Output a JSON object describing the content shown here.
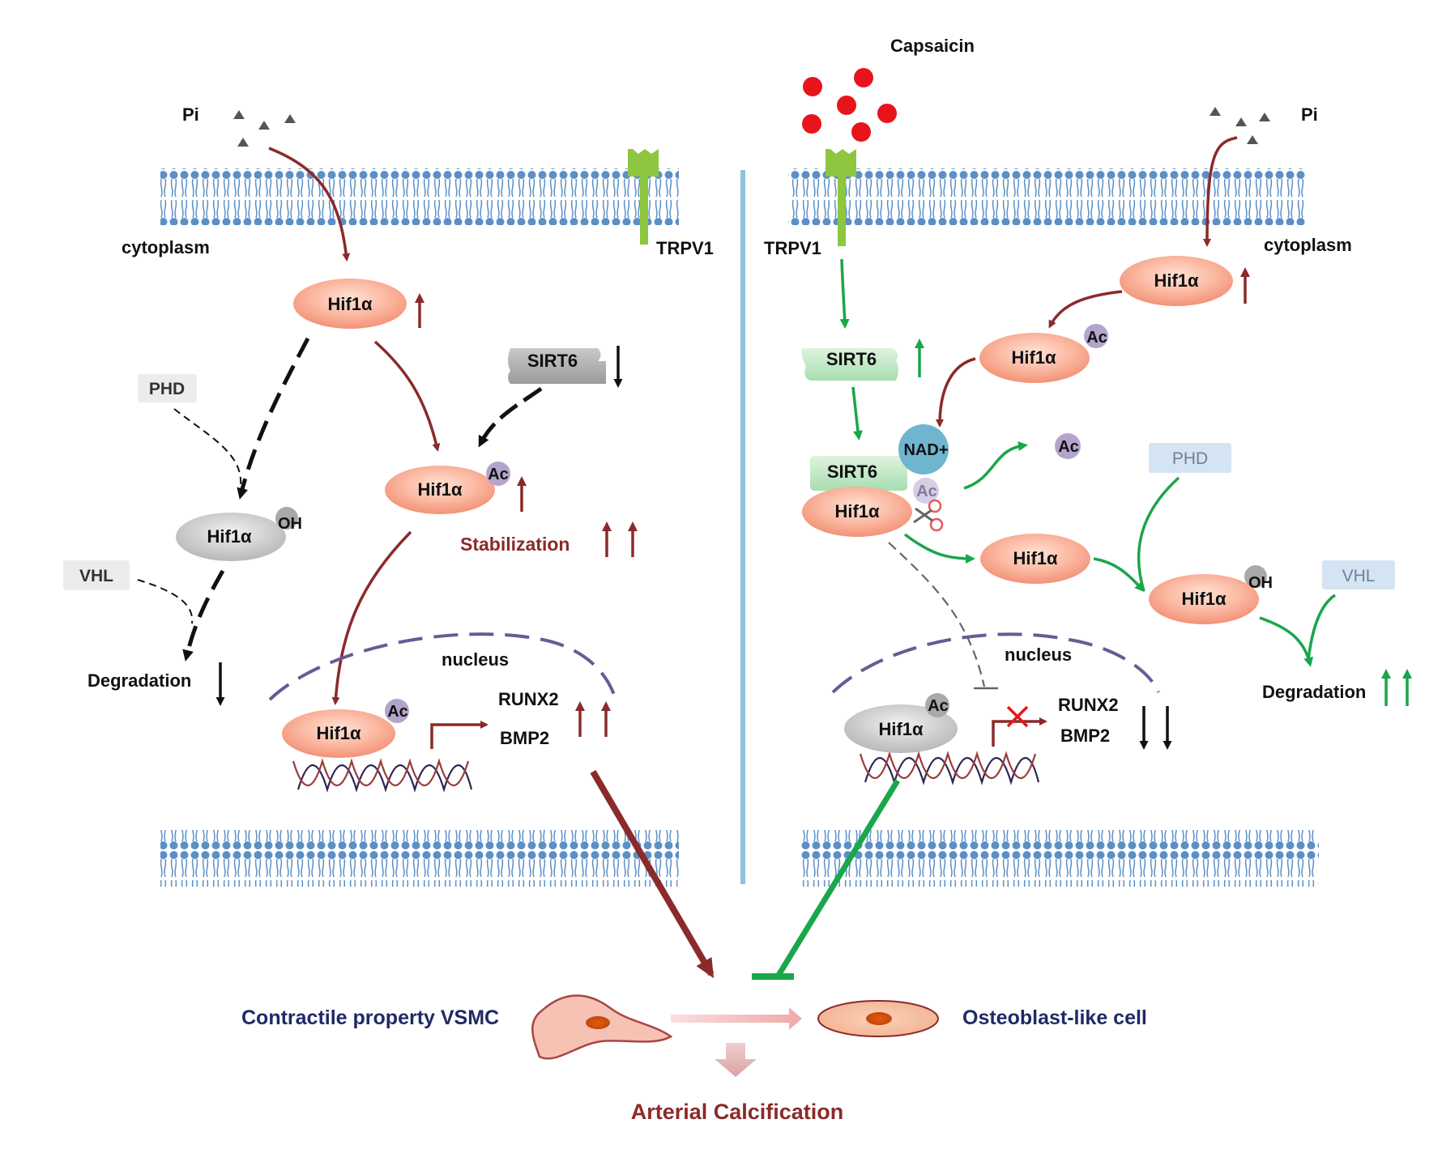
{
  "left_panel": {
    "pi_label": "Pi",
    "cytoplasm_label": "cytoplasm",
    "trpv1_label": "TRPV1",
    "hif1a": "Hif1α",
    "phd_label": "PHD",
    "oh_label": "OH",
    "vhl_label": "VHL",
    "degradation_label": "Degradation",
    "sirt6_label": "SIRT6",
    "ac_label": "Ac",
    "stabilization_label": "Stabilization",
    "nucleus_label": "nucleus",
    "runx2_label": "RUNX2",
    "bmp2_label": "BMP2"
  },
  "right_panel": {
    "capsaicin_label": "Capsaicin",
    "pi_label": "Pi",
    "cytoplasm_label": "cytoplasm",
    "trpv1_label": "TRPV1",
    "hif1a": "Hif1α",
    "sirt6_label": "SIRT6",
    "ac_label": "Ac",
    "nad_label": "NAD+",
    "phd_label": "PHD",
    "oh_label": "OH",
    "vhl_label": "VHL",
    "degradation_label": "Degradation",
    "nucleus_label": "nucleus",
    "runx2_label": "RUNX2",
    "bmp2_label": "BMP2"
  },
  "bottom": {
    "vsmc_label": "Contractile property VSMC",
    "osteoblast_label": "Osteoblast-like cell",
    "outcome_label": "Arterial Calcification"
  },
  "colors": {
    "red_arrow": "#8b2a2a",
    "green_arrow": "#1aa64a",
    "membrane": "#5b8fc7",
    "trpv1": "#8dc63f",
    "capsaicin": "#e8141b",
    "divider": "#8fc3dc"
  }
}
